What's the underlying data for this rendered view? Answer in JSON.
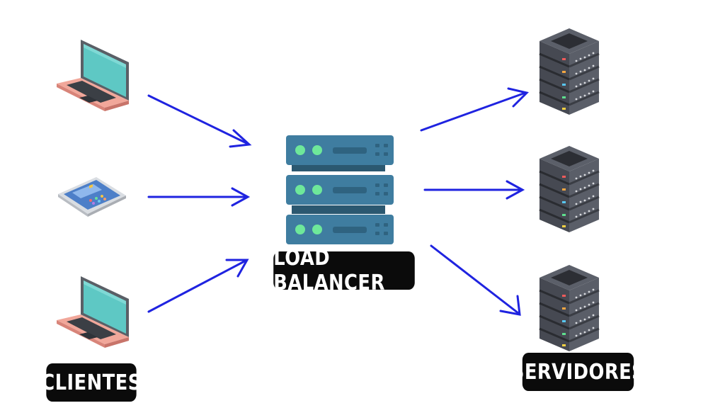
{
  "labels": {
    "load_balancer": "LOAD BALANCER",
    "clients": "CLIENTES",
    "servers": "SERVIDORES"
  },
  "nodes": {
    "clients": [
      "laptop-icon",
      "tablet-icon",
      "laptop-icon"
    ],
    "balancer": "server-rack-icon",
    "servers": [
      "server-tower-icon",
      "server-tower-icon",
      "server-tower-icon"
    ]
  },
  "colors": {
    "arrow": "#1f23e0",
    "label_bg": "#0b0b0b",
    "label_text": "#ffffff",
    "balancer_body": "#3f7da0",
    "balancer_gap": "#2b5870",
    "balancer_led": "#6ee89a",
    "server_body": "#4b4e57",
    "server_dark": "#2e3037"
  }
}
